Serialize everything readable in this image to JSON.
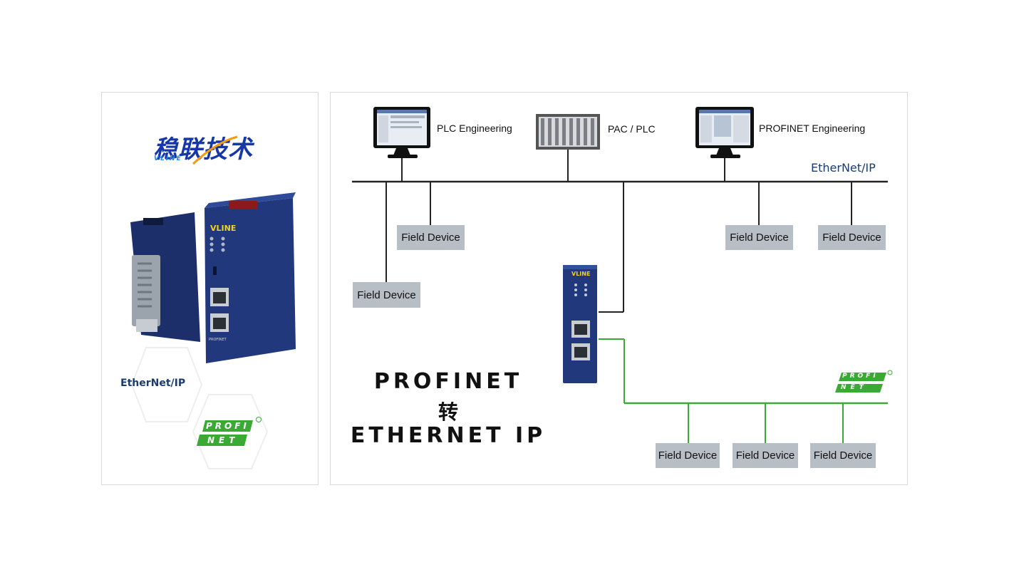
{
  "branding": {
    "company_cn": "稳联技术",
    "company_en": "VLINE",
    "device_brand": "VLINE",
    "device_port_label": "PROFINET",
    "protocol_ethernetip": "EtherNet/IP",
    "protocol_profinet_top": "PROFI",
    "protocol_profinet_bottom": "NET"
  },
  "diagram": {
    "title_line1": "PROFINET",
    "title_line2": "转",
    "title_line3": "ETHERNET IP",
    "nodes": {
      "plc_engineering": "PLC Engineering",
      "pac_plc": "PAC / PLC",
      "profinet_engineering": "PROFINET Engineering"
    },
    "network_label_ethernetip": "EtherNet/IP",
    "field_device_label": "Field Device"
  },
  "colors": {
    "ethernet_line": "#222222",
    "profinet_line": "#3aaa35",
    "field_device_bg": "#b8bec6",
    "device_body": "#223a7a",
    "brand_blue": "#1537a8",
    "profinet_green": "#3aaa35"
  }
}
